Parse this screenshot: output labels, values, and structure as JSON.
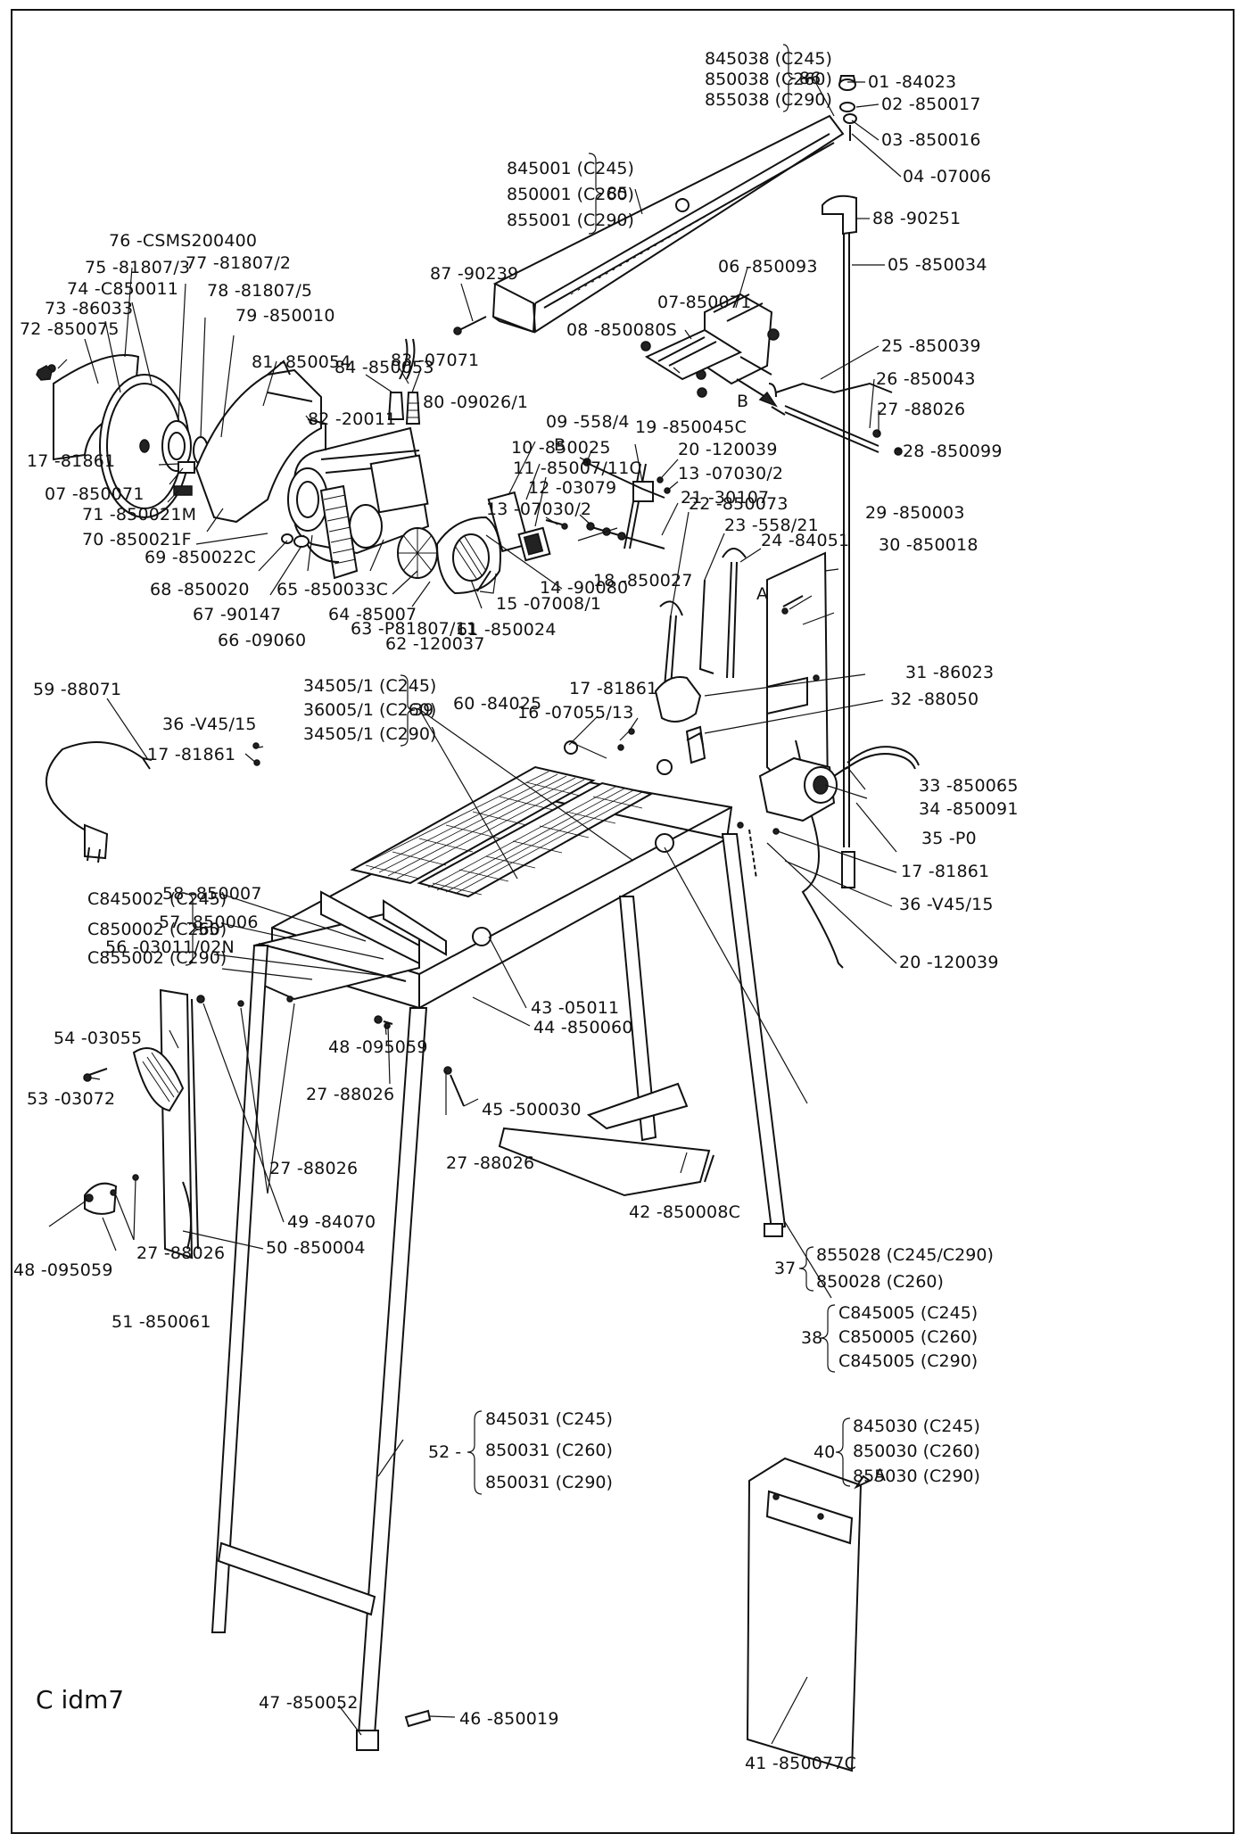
{
  "diagram_code": "C idm7",
  "labels": {
    "p01": "01 -84023",
    "p02": "02 -850017",
    "p03": "03 -850016",
    "p04": "04 -07006",
    "p88": "88 -90251",
    "p05": "05 -850034",
    "p06": "06 -850093",
    "p07a": "07-850071",
    "p08": "08 -850080S",
    "p25": "25 -850039",
    "p26": "26 -850043",
    "p27a": "27 -88026",
    "p28": "28 -850099",
    "p87": "87 -90239",
    "p76": "76 -CSMS200400",
    "p77": "77 -81807/2",
    "p75": "75 -81807/3",
    "p78": "78 -81807/5",
    "p74": "74 -C850011",
    "p73": "73 -86033",
    "p79": "79 -850010",
    "p72": "72 -850075",
    "p84": "84 -850053",
    "p83": "83 -07071",
    "p80": "80 -09026/1",
    "p81": "81 -850054",
    "p82": "82 -20011",
    "p17a": "17 -81861",
    "p07b": "07 -850071",
    "p71": "71 -850021M",
    "p70": "70 -850021F",
    "p69": "69 -850022C",
    "p68": "68 -850020",
    "p67": "67 -90147",
    "p66": "66 -09060",
    "p65": "65 -850033C",
    "p64": "64 -85007",
    "p63": "63 -P81807/11",
    "p62": "62 -120037",
    "p61": "61 -850024",
    "p10": "10 -850025",
    "p11": "11 -85007/11C",
    "p12": "12 -03079",
    "p14": "14 -90080",
    "p15": "15 -07008/1",
    "p09": "09 -558/4",
    "p19": "19 -850045C",
    "p20a": "20 -120039",
    "p13a": "13 -07030/2",
    "p21": "21 -30107",
    "p13b": "13 -07030/2",
    "p18": "18 -850027",
    "p22": "22 -850073",
    "p23": "23 -558/21",
    "p24": "24 -84051",
    "p29": "29 -850003",
    "p30": "30 -850018",
    "p31": "31 -86023",
    "p32": "32 -88050",
    "p59": "59 -88071",
    "p36a": "36 -V45/15",
    "p17b": "17 -81861",
    "p17c": "17 -81861",
    "p16": "16 -07055/13",
    "p60": "60 -84025",
    "p33": "33 -850065",
    "p34": "34 -850091",
    "p35": "35 -P0",
    "p17d": "17 -81861",
    "p36b": "36 -V45/15",
    "p20b": "20 -120039",
    "p58": "58 -850007",
    "p57": "57 -850006",
    "p56": "56 -03011/02N",
    "p54": "54 -03055",
    "p53": "53 -03072",
    "p43": "43 -05011",
    "p44": "44 -850060",
    "p48a": "48 -095059",
    "p27b": "27 -88026",
    "p27c": "27 -88026",
    "p27d": "27 -88026",
    "p27e": "27 -88026",
    "p45": "45 -500030",
    "p49": "49 -84070",
    "p50": "50 -850004",
    "p48b": "48 -095059",
    "p51": "51 -850061",
    "p42": "42 -850008C",
    "p46": "46 -850019",
    "p47": "47 -850052",
    "p41": "41 -850077C",
    "mark_a1": "A",
    "mark_a2": "A",
    "mark_b1": "B",
    "mark_b2": "B"
  },
  "groups": {
    "g86": {
      "num": "86",
      "lines": [
        "845038 (C245)",
        "850038 (C260)",
        "855038 (C290)"
      ]
    },
    "g85": {
      "num": "85",
      "lines": [
        "845001 (C245)",
        "850001 (C260)",
        "855001 (C290)"
      ]
    },
    "g39": {
      "num": "39",
      "lines": [
        "34505/1 (C245)",
        "36005/1 (C260)",
        "34505/1 (C290)"
      ]
    },
    "g55": {
      "num": "55",
      "lines": [
        "C845002 (C245)",
        "C850002 (C260)",
        "C855002 (C290)"
      ]
    },
    "g37": {
      "num": "37",
      "lines": [
        "855028 (C245/C290)",
        "850028 (C260)"
      ]
    },
    "g38": {
      "num": "38",
      "lines": [
        "C845005 (C245)",
        "C850005 (C260)",
        "C845005 (C290)"
      ]
    },
    "g40": {
      "num": "40",
      "lines": [
        "845030 (C245)",
        "850030 (C260)",
        "855030 (C290)"
      ]
    },
    "g52": {
      "num": "52 -",
      "lines": [
        "845031 (C245)",
        "850031 (C260)",
        "850031 (C290)"
      ]
    }
  }
}
